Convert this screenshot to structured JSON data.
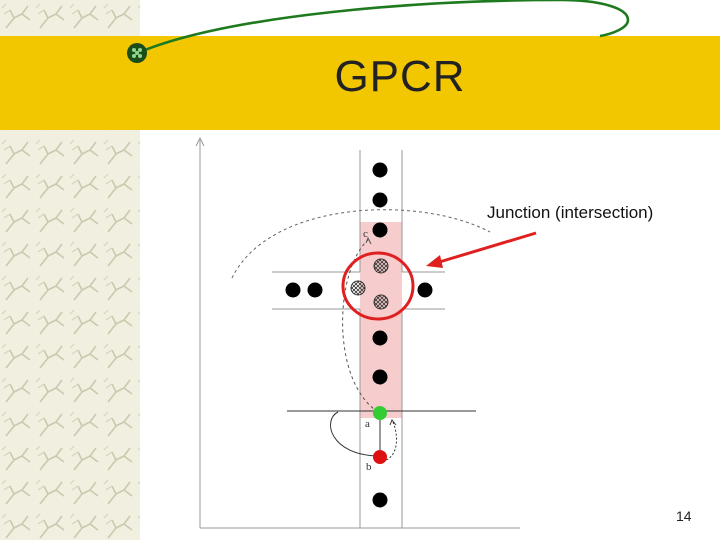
{
  "slide": {
    "title": "GPCR",
    "annotation": "Junction (intersection)",
    "slide_number": "14",
    "colors": {
      "title_band": "#f2c700",
      "road_highlight": "#f6cccc",
      "circle_highlight": "#e02020",
      "arrow": "#e02020",
      "node_a": "#33cc33",
      "node_b": "#dd1111",
      "curve": "#1e7a1e"
    }
  },
  "diagram": {
    "node_labels": {
      "a": "a",
      "b": "b",
      "c": "c"
    }
  }
}
